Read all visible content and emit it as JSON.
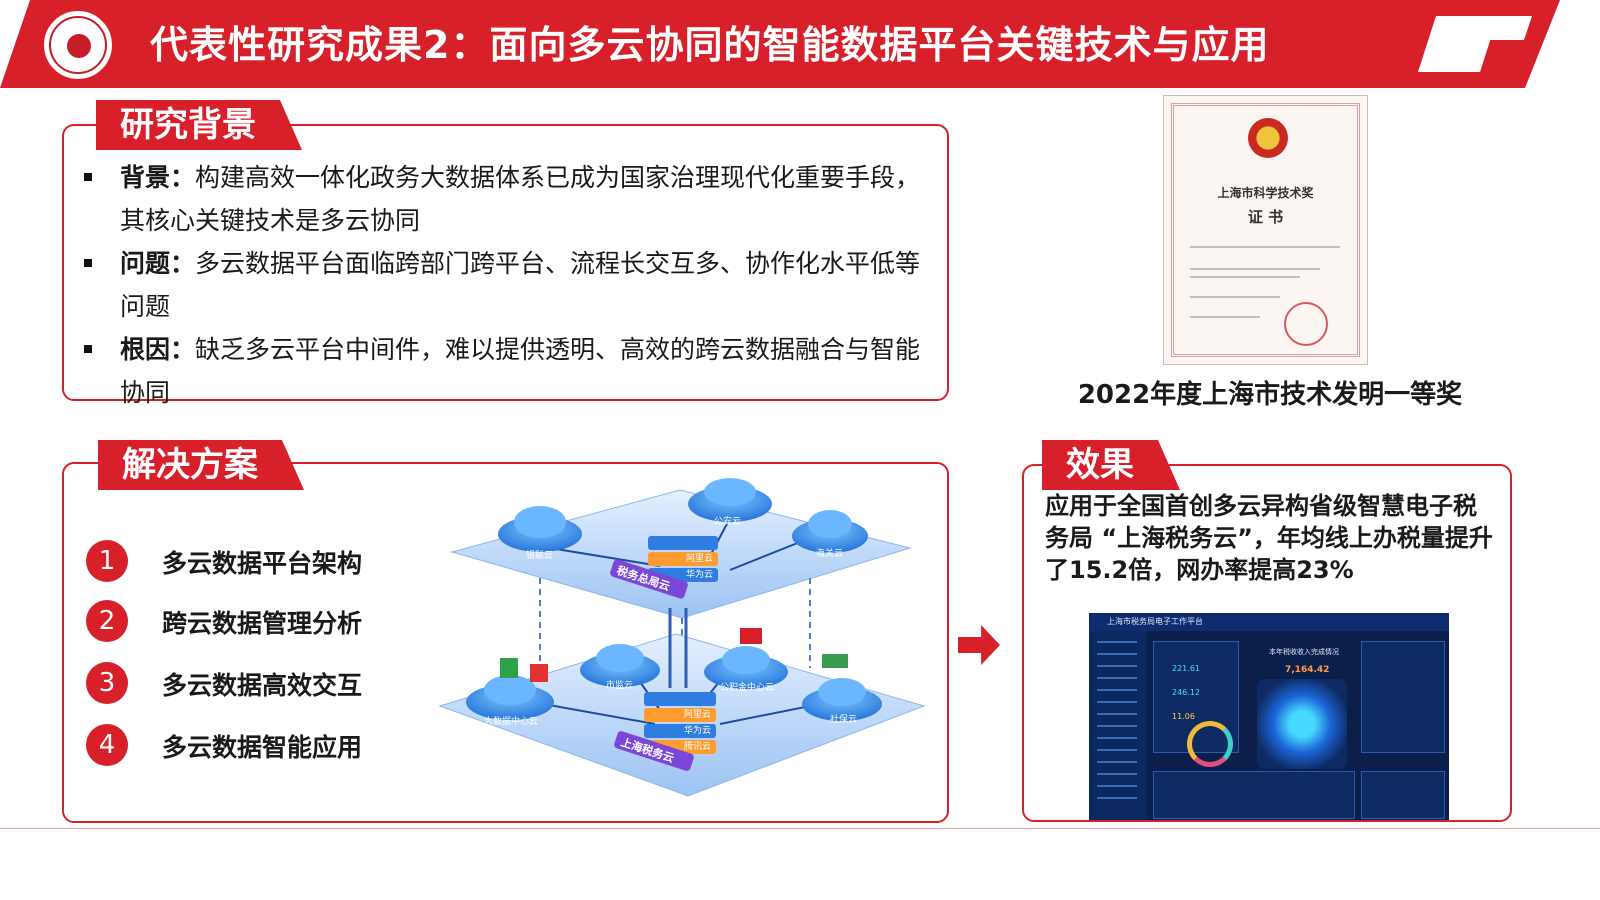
{
  "header": {
    "title": "代表性研究成果2：面向多云协同的智能数据平台关键技术与应用"
  },
  "background": {
    "tag": "研究背景",
    "items": [
      {
        "key": "背景：",
        "text": "构建高效一体化政务大数据体系已成为国家治理现代化重要手段，其核心关键技术是多云协同"
      },
      {
        "key": "问题：",
        "text": "多云数据平台面临跨部门跨平台、流程长交互多、协作化水平低等问题"
      },
      {
        "key": "根因：",
        "text": "缺乏多云平台中间件，难以提供透明、高效的跨云数据融合与智能协同"
      }
    ]
  },
  "solution": {
    "tag": "解决方案",
    "items": [
      {
        "num": "1",
        "label": "多云数据平台架构"
      },
      {
        "num": "2",
        "label": "跨云数据管理分析"
      },
      {
        "num": "3",
        "label": "多云数据高效交互"
      },
      {
        "num": "4",
        "label": "多云数据智能应用"
      }
    ],
    "diagram": {
      "upper_platform": "税务总局云",
      "upper_clouds": [
        "银联云",
        "公安云",
        "海关云"
      ],
      "upper_stack": [
        "阿里云",
        "华为云"
      ],
      "lower_platform": "上海税务云",
      "lower_clouds": [
        "大数据中心云",
        "市监云",
        "公积金中心云",
        "社保云"
      ],
      "lower_stack": [
        "阿里云",
        "华为云",
        "腾讯云"
      ]
    }
  },
  "award": {
    "cert_title": "上海市科学技术奖",
    "cert_subtitle": "证 书",
    "caption": "2022年度上海市技术发明一等奖"
  },
  "effect": {
    "tag": "效果",
    "text": "应用于全国首创多云异构省级智慧电子税务局 “上海税务云”，年均线上办税量提升了15.2倍，网办率提高23%",
    "dashboard": {
      "title": "上海市税务局电子工作平台",
      "center_title": "本年税收收入完成情况",
      "center_value": "7,164.42",
      "stat1": "221.61",
      "stat2": "246.12",
      "stat3": "11.06"
    }
  },
  "colors": {
    "accent": "#d8202b",
    "dash_bg": "#0c1f4a"
  }
}
